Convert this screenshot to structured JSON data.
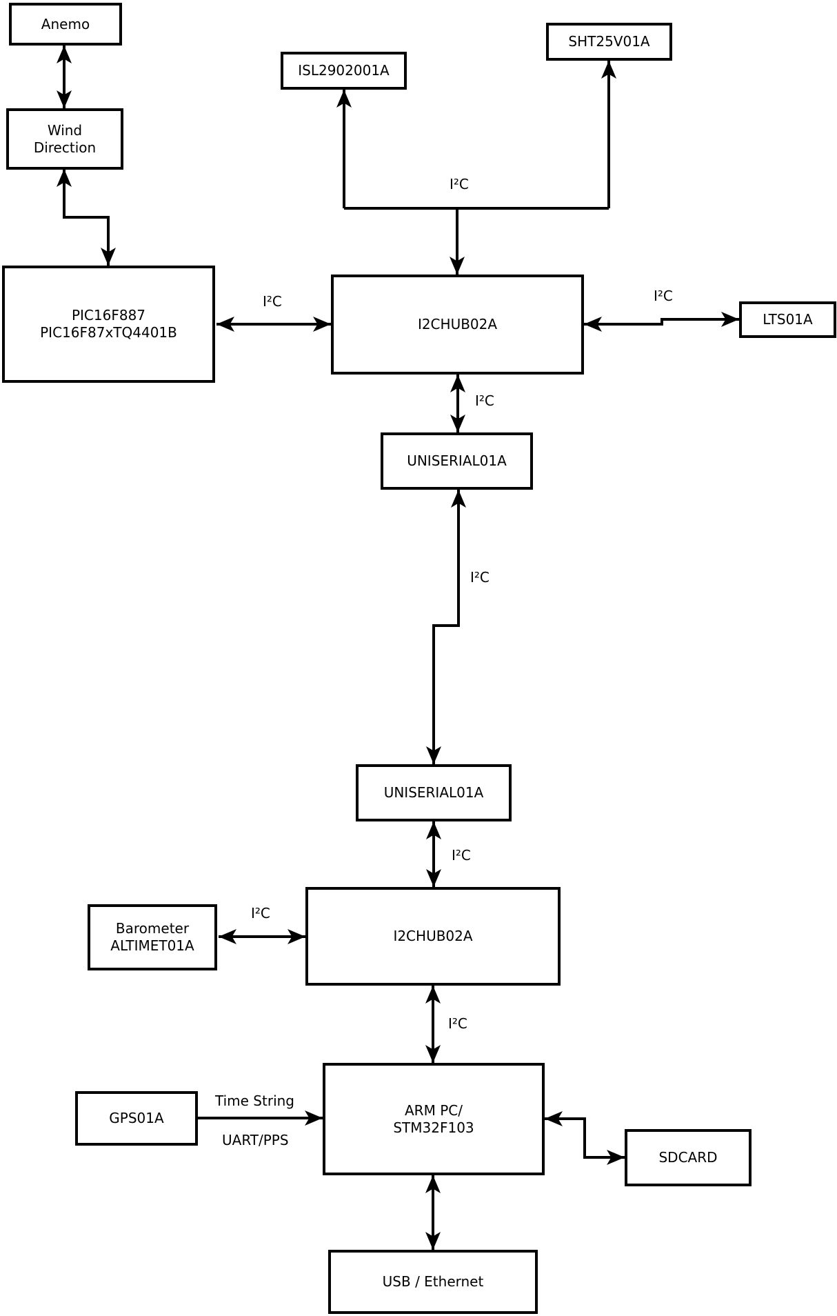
{
  "diagram": {
    "background": "#ffffff",
    "line_color": "#000000",
    "text_color": "#000000"
  },
  "nodes": {
    "anemo": {
      "label": "Anemo"
    },
    "wind_direction": {
      "label": "Wind\nDirection"
    },
    "pic": {
      "label": "PIC16F887\nPIC16F87xTQ4401B"
    },
    "isl": {
      "label": "ISL2902001A"
    },
    "sht": {
      "label": "SHT25V01A"
    },
    "i2chub_top": {
      "label": "I2CHUB02A"
    },
    "lts": {
      "label": "LTS01A"
    },
    "uniserial_upper": {
      "label": "UNISERIAL01A"
    },
    "uniserial_lower": {
      "label": "UNISERIAL01A"
    },
    "i2chub_bottom": {
      "label": "I2CHUB02A"
    },
    "barometer": {
      "label": "Barometer\nALTIMET01A"
    },
    "gps": {
      "label": "GPS01A"
    },
    "arm_pc": {
      "label": "ARM PC/\nSTM32F103"
    },
    "sdcard": {
      "label": "SDCARD"
    },
    "usb_ethernet": {
      "label": "USB / Ethernet"
    }
  },
  "edge_labels": {
    "bus_top": "I²C",
    "pic_hub": "I²C",
    "hub_lts": "I²C",
    "hub_uniserial": "I²C",
    "uniserial_link": "I²C",
    "uniserial_hub2": "I²C",
    "barometer_hub2": "I²C",
    "hub2_armpc": "I²C",
    "gps_time": "Time String",
    "gps_uart": "UART/PPS"
  }
}
